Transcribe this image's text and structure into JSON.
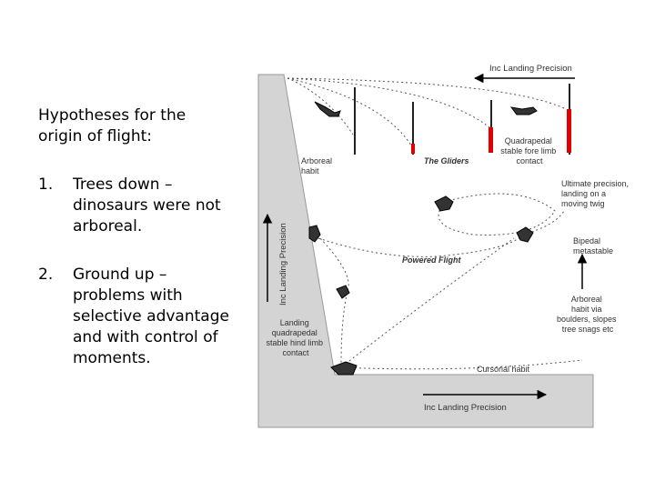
{
  "slide": {
    "heading_line1": "Hypotheses for the",
    "heading_line2": "origin of flight:",
    "items": [
      {
        "number": "1.",
        "lines": [
          "Trees down –",
          "dinosaurs were not",
          "arboreal."
        ]
      },
      {
        "number": "2.",
        "lines": [
          "Ground up –",
          "problems with",
          "selective advantage",
          "and with control of",
          "moments."
        ]
      }
    ]
  },
  "diagram": {
    "top_arrow_label": "Inc Landing Precision",
    "bottom_arrow_label": "Inc Landing Precision",
    "vertical_arrow_label": "Inc Landing Precision",
    "arboreal_habit": [
      "Arboreal",
      "habit"
    ],
    "gliders_label": "The Gliders",
    "quadrapedal_fore": [
      "Quadrapedal",
      "stable fore limb",
      "contact"
    ],
    "ultimate_precision": [
      "Ultimate precision,",
      "landing on a",
      "moving twig"
    ],
    "bipedal": [
      "Bipedal",
      "metastable"
    ],
    "powered_flight": "Powered Flight",
    "arboreal_via": [
      "Arboreal",
      "habit via",
      "boulders, slopes",
      "tree snags etc"
    ],
    "landing_quad_hind": [
      "Landing",
      "quadrapedal",
      "stable hind limb",
      "contact"
    ],
    "cursorial": "Cursorial habit",
    "colors": {
      "cliff": "#d4d4d4",
      "accent": "#e00000",
      "line": "#000000",
      "text": "#333333"
    }
  }
}
